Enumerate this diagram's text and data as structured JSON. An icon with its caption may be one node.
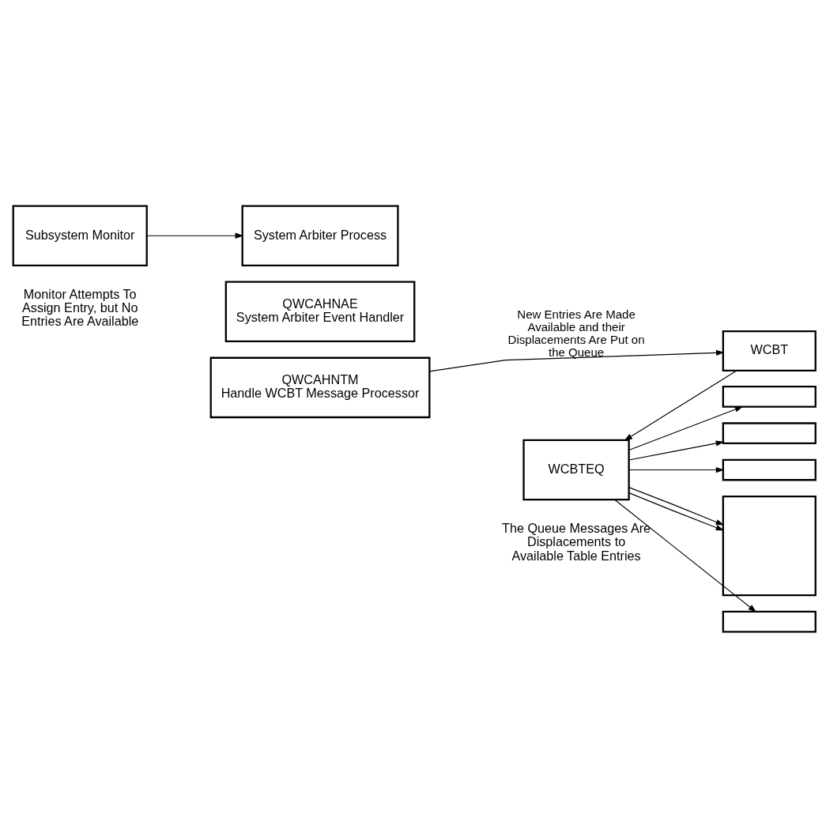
{
  "diagram": {
    "nodes": [
      {
        "text": [
          "Subsystem Monitor"
        ],
        "beside": [
          "Monitor Attempts To Assign Entry, but No Entries Are Available"
        ]
      },
      {
        "text": [
          "System Arbiter Process"
        ]
      },
      {
        "text": [
          "QWCAHNAE",
          "System Arbiter Event Handler"
        ]
      },
      {
        "text": [
          "QWCAHNTM",
          "Handle WCBT Message Processor"
        ]
      },
      {
        "text": [
          "WCBT"
        ]
      },
      {
        "text": [],
        "shape": "box"
      },
      {
        "text": [],
        "shape": "box"
      },
      {
        "text": [],
        "shape": "box"
      },
      {
        "text": [],
        "shape": "box"
      },
      {
        "text": [],
        "shape": "box"
      },
      {
        "text": [
          "WCBTEQ"
        ],
        "beside": [
          "The Queue Messages Are Displacements to Available Table Entries"
        ]
      }
    ],
    "edges": [
      {
        "from": 0,
        "to": 1,
        "arrow": "to"
      },
      {
        "from": 3,
        "to": 4,
        "arrow": "to",
        "label": "New Entries Are Made Available and their Displacements Are Put on the Queue"
      },
      {
        "from": 4,
        "to": 10,
        "arrow": "to"
      },
      {
        "from": 10,
        "to": 5,
        "arrow": "to"
      },
      {
        "from": 10,
        "to": 6,
        "arrow": "to"
      },
      {
        "from": 10,
        "to": 7,
        "arrow": "to"
      },
      {
        "from": 10,
        "to": 8,
        "arrow": "to"
      },
      {
        "from": 10,
        "to": 8,
        "arrow": "to"
      },
      {
        "from": 10,
        "to": 9,
        "arrow": "to"
      }
    ]
  }
}
